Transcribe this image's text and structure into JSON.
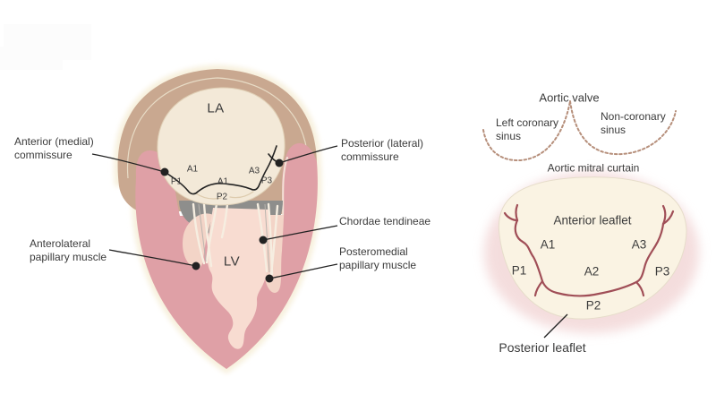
{
  "colors": {
    "text_color": "#3b3b3b",
    "halo_cream": "#f7f0dc",
    "la_tan": "#c9a890",
    "la_inner_line": "#e8dcc6",
    "wall_pink": "#dfa0a6",
    "column_highlight": "#f3e2d6",
    "recess_gray": "#8e8e8c",
    "muscle_light": "#f8dcd1",
    "muscle_lighter": "#f3d4c7",
    "chordae_cream": "#f6eee1",
    "chordae_gray": "#b9b5ae",
    "valve_cream": "#f3e9d8",
    "valve_edge": "#e0d0b6",
    "valve_shade": "#ddcbae",
    "line_black": "#222222",
    "glow_pink": "#f2d5d5",
    "rvalve_cream": "#faf3e3",
    "rvalve_edge": "#e6ddca",
    "sinus_brown": "#b68f7b",
    "coapt_red": "#a04e57",
    "watermark": "#fcfcfc"
  },
  "cross_section": {
    "la_label": "LA",
    "lv_label": "LV",
    "segments": {
      "a1": "A1",
      "p1": "P1",
      "mid_a": "A1",
      "p2": "P2",
      "a3": "A3",
      "p3": "P3"
    },
    "callouts": {
      "anterior_commissure": "Anterior (medial) commissure",
      "posterior_commissure": "Posterior (lateral) commissure",
      "anterolateral_papillary": "Anterolateral papillary muscle",
      "chordae_tendineae": "Chordae tendineae",
      "posteromedial_papillary": "Posteromedial papillary muscle"
    }
  },
  "valve_view": {
    "aortic_valve_label": "Aortic valve",
    "left_coronary_sinus": "Left coronary sinus",
    "non_coronary_sinus": "Non-coronary sinus",
    "aortic_mitral_curtain": "Aortic mitral curtain",
    "anterior_leaflet": "Anterior leaflet",
    "posterior_leaflet": "Posterior leaflet",
    "segments": {
      "a1": "A1",
      "a2": "A2",
      "a3": "A3",
      "p1": "P1",
      "p2": "P2",
      "p3": "P3"
    }
  }
}
